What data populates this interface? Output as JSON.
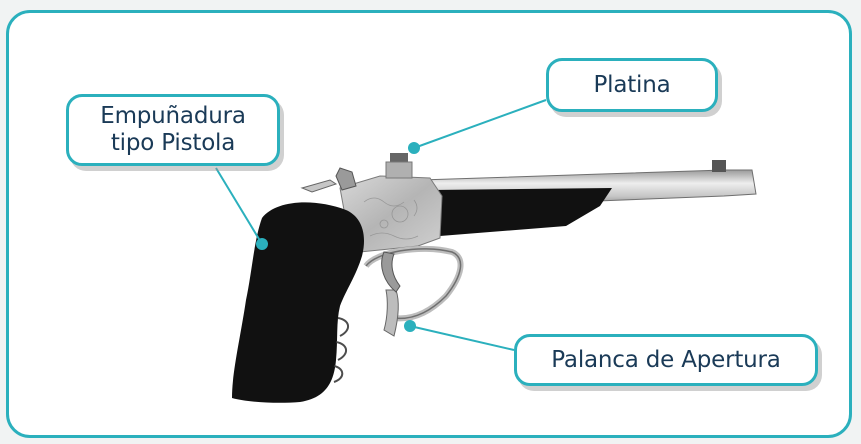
{
  "colors": {
    "accent": "#2bb0bd",
    "label_text": "#1a3a57",
    "grip": "#111111",
    "metal": "#c9c9c9"
  },
  "labels": {
    "grip_line1": "Empuñadura",
    "grip_line2": "tipo Pistola",
    "platina": "Platina",
    "lever": "Palanca de Apertura"
  }
}
